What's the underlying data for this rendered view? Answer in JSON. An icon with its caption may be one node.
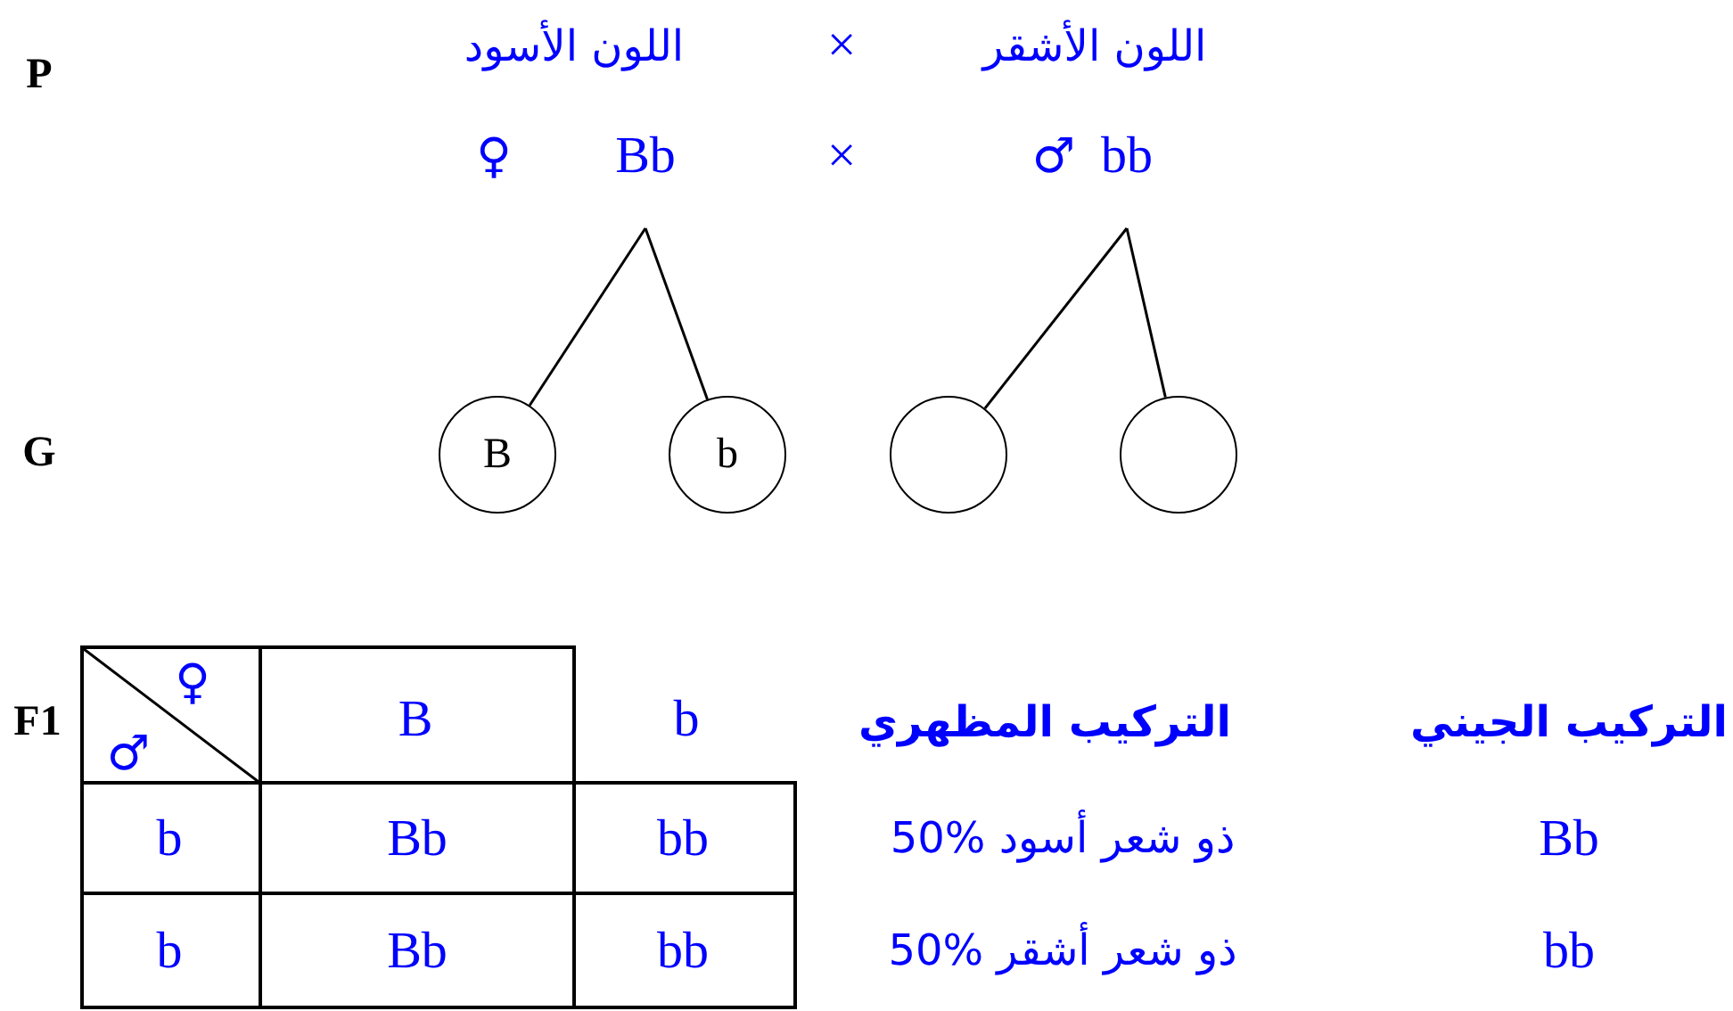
{
  "diagram": {
    "nodes": [
      {
        "text": [
          "Bb"
        ],
        "beside": [
          "♀"
        ]
      },
      {
        "text": [
          "bb"
        ],
        "beside": [
          "♂"
        ]
      },
      {
        "text": [
          "B"
        ]
      },
      {
        "text": [
          "b"
        ]
      },
      {
        "text": [],
        "shape": "circle"
      },
      {
        "text": [],
        "shape": "circle"
      }
    ],
    "edges": [
      {
        "from": 0,
        "to": 2,
        "arrow": "none"
      },
      {
        "from": 0,
        "to": 3,
        "arrow": "none"
      },
      {
        "from": 1,
        "to": 4,
        "arrow": "none"
      },
      {
        "from": 1,
        "to": 5,
        "arrow": "none"
      }
    ],
    "labels": [
      "P",
      "اللون الأسود",
      "×",
      "اللون الأشقر",
      "×",
      "G",
      "F1",
      "♀",
      "♂",
      "B",
      "b",
      "التركيب المظهري",
      "التركيب الجيني",
      "b",
      "Bb",
      "bb",
      "50% ذو شعر أسود",
      "Bb",
      "b",
      "Bb",
      "bb",
      "50% ذو شعر أشقر",
      "bb"
    ]
  }
}
